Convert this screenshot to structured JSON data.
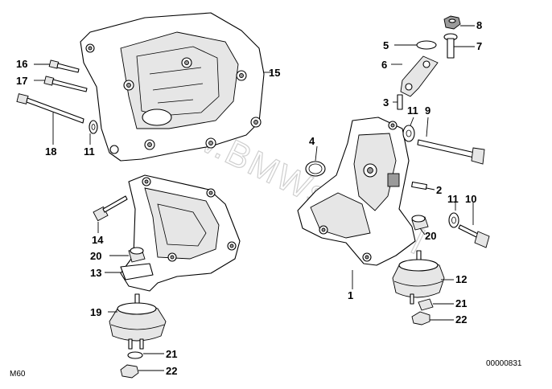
{
  "diagram": {
    "corner_left": "M60",
    "corner_right": "00000831",
    "watermark": "www.BMWshop.pl",
    "callouts": [
      {
        "id": "c1",
        "label": "1"
      },
      {
        "id": "c2",
        "label": "2"
      },
      {
        "id": "c3",
        "label": "3"
      },
      {
        "id": "c4",
        "label": "4"
      },
      {
        "id": "c5",
        "label": "5"
      },
      {
        "id": "c6",
        "label": "6"
      },
      {
        "id": "c7",
        "label": "7"
      },
      {
        "id": "c8",
        "label": "8"
      },
      {
        "id": "c9",
        "label": "9"
      },
      {
        "id": "c10",
        "label": "10"
      },
      {
        "id": "c11a",
        "label": "11"
      },
      {
        "id": "c11b",
        "label": "11"
      },
      {
        "id": "c11c",
        "label": "11"
      },
      {
        "id": "c12",
        "label": "12"
      },
      {
        "id": "c13",
        "label": "13"
      },
      {
        "id": "c14",
        "label": "14"
      },
      {
        "id": "c15",
        "label": "15"
      },
      {
        "id": "c16",
        "label": "16"
      },
      {
        "id": "c17",
        "label": "17"
      },
      {
        "id": "c18",
        "label": "18"
      },
      {
        "id": "c19",
        "label": "19"
      },
      {
        "id": "c20a",
        "label": "20"
      },
      {
        "id": "c20b",
        "label": "20"
      },
      {
        "id": "c21a",
        "label": "21"
      },
      {
        "id": "c21b",
        "label": "21"
      },
      {
        "id": "c22a",
        "label": "22"
      },
      {
        "id": "c22b",
        "label": "22"
      }
    ]
  }
}
